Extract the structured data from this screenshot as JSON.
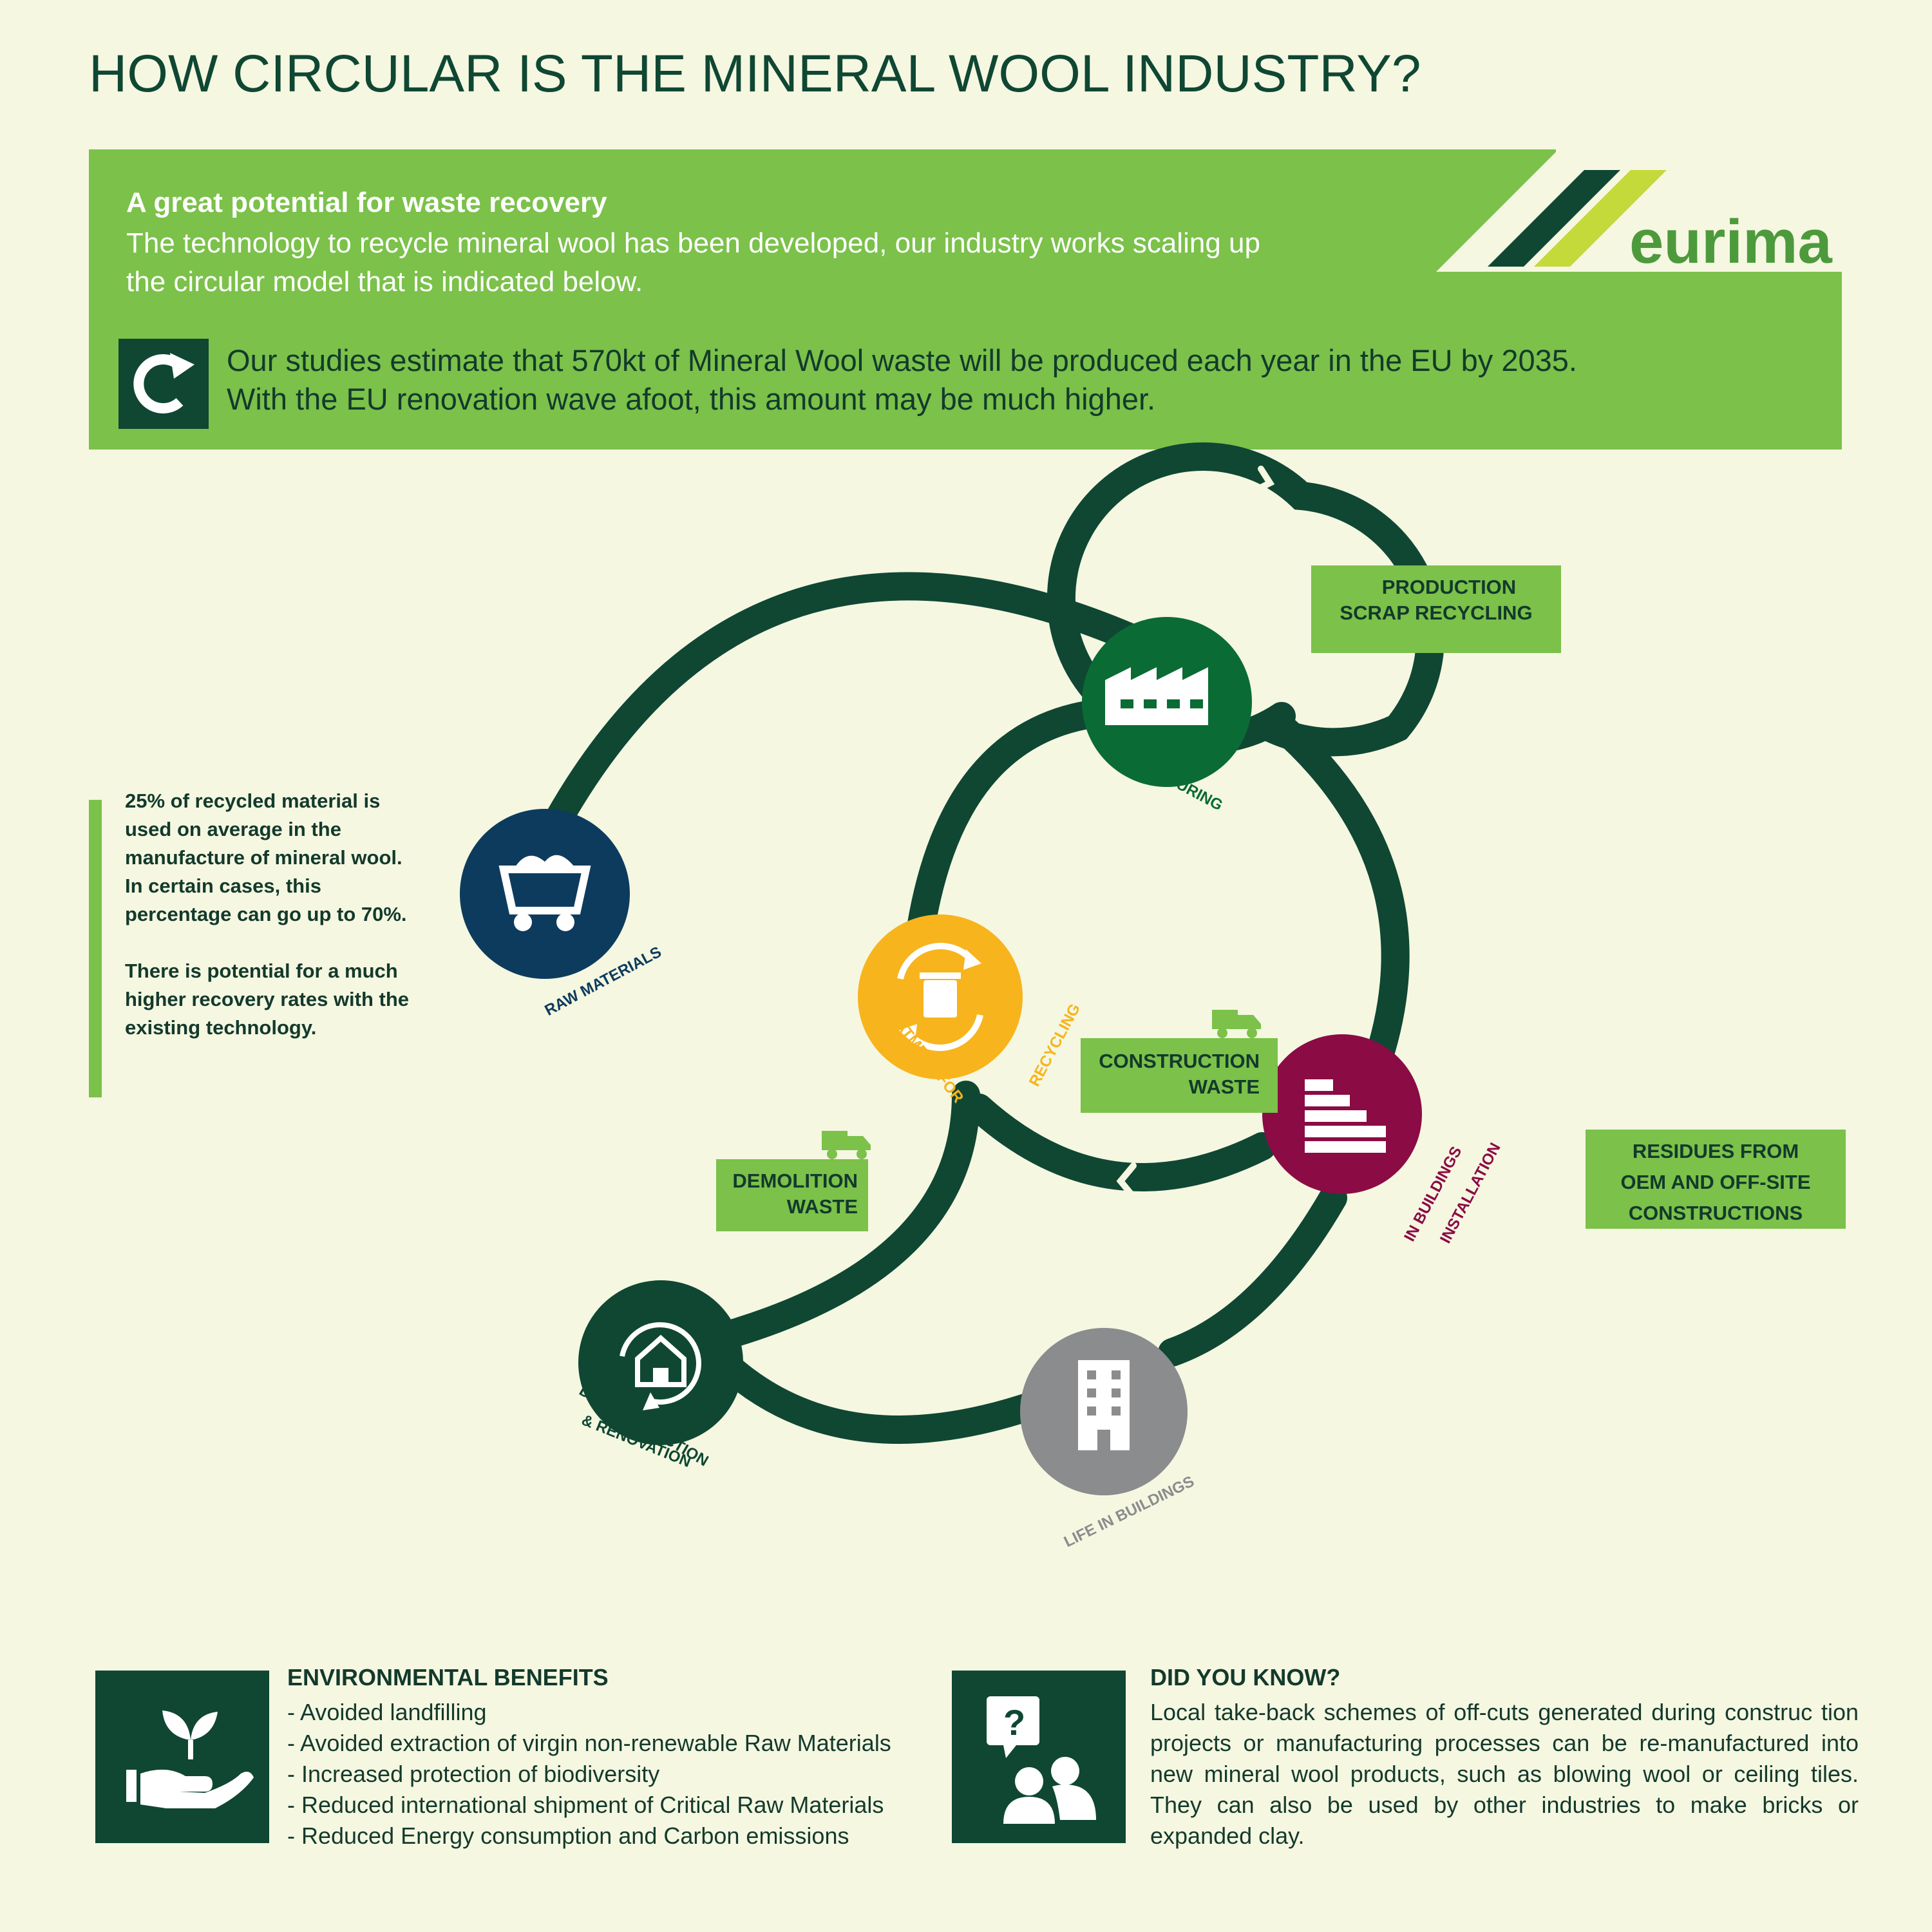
{
  "title": "HOW CIRCULAR IS THE MINERAL WOOL INDUSTRY?",
  "brand": {
    "logo_text": "eurima",
    "colors": {
      "dark_green": "#0f4733",
      "light_green": "#7bc14a",
      "lime": "#c4d93a"
    }
  },
  "banner": {
    "headline": "A great potential for waste recovery",
    "intro": "The technology to recycle mineral wool has been developed, our industry works scaling up the circular model that is indicated below.",
    "estimate_line1": "Our studies estimate that 570kt of Mineral Wool  waste will be produced each year in the EU by 2035.",
    "estimate_line2": "With the EU renovation wave afoot, this amount may be much higher.",
    "icon": "cycle-arrow-icon"
  },
  "side_note": {
    "paragraph1": "25% of recycled material is used on average in the manufacture of mineral wool. In certain cases, this percentage can go up to 70%.",
    "paragraph2": "There is potential for a much higher recovery rates with the existing technology."
  },
  "diagram": {
    "nodes": {
      "raw_materials": {
        "label": "RAW MATERIALS",
        "color": "#0d3b5e",
        "icon": "mine-cart-icon"
      },
      "manufacturing": {
        "label": "MANUFACTURING",
        "color": "#0b6b35",
        "icon": "factory-icon"
      },
      "treatment": {
        "label_left": "TREATMENT FOR",
        "label_right": "RECYCLING",
        "color": "#f7b41c",
        "icon": "recycle-bin-icon"
      },
      "installation": {
        "label_line1": "INSTALLATION",
        "label_line2": "IN BUILDINGS",
        "color": "#8b0b45",
        "icon": "brick-wall-icon"
      },
      "life": {
        "label": "LIFE IN BUILDINGS",
        "color": "#8b8c8e",
        "icon": "office-building-icon"
      },
      "deconstruction": {
        "label_line1": "DECONSTRUCTION",
        "label_line2": "& RENOVATION",
        "color": "#0f4733",
        "icon": "house-renovation-icon"
      }
    },
    "boxes": {
      "production_scrap": {
        "line1": "PRODUCTION",
        "line2": "SCRAP RECYCLING"
      },
      "construction_waste": {
        "line1": "CONSTRUCTION",
        "line2": "WASTE",
        "icon": "truck-icon"
      },
      "demolition_waste": {
        "line1": "DEMOLITION",
        "line2": "WASTE",
        "icon": "truck-icon"
      },
      "residues": {
        "line1": "RESIDUES FROM",
        "line2": "OEM AND OFF-SITE",
        "line3": "CONSTRUCTIONS"
      }
    }
  },
  "environmental": {
    "title": "ENVIRONMENTAL BENEFITS",
    "icon": "hand-sprout-icon",
    "items": [
      "- Avoided landfilling",
      "- Avoided extraction of virgin non-renewable Raw  Materials",
      "- Increased protection of biodiversity",
      "- Reduced international shipment of Critical  Raw Materials",
      "- Reduced Energy consumption and Carbon emissions"
    ]
  },
  "did_you_know": {
    "title": "DID YOU KNOW?",
    "icon": "question-people-icon",
    "text": "Local take-back schemes of off-cuts generated during construc tion projects or manufacturing processes can be re-manufactured into new mineral  wool products, such as blowing wool or ceiling tiles. They can also be used by other industries to make bricks or expanded clay."
  }
}
